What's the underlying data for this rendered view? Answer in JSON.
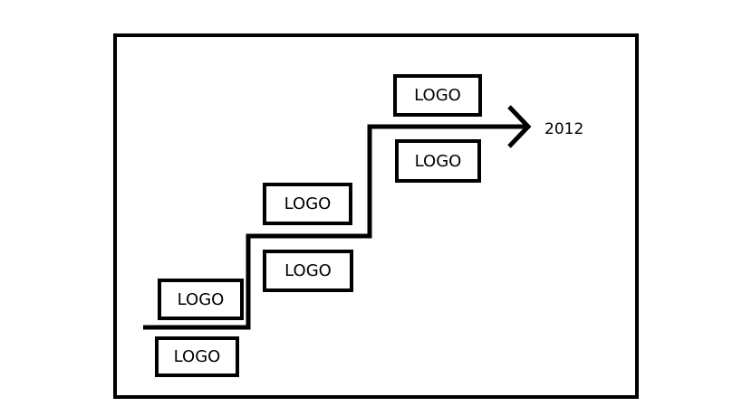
{
  "diagram": {
    "stroke_color": "#000000",
    "background_color": "#ffffff",
    "end_label": "2012",
    "logos": [
      {
        "label": "LOGO",
        "position": "step-1-above"
      },
      {
        "label": "LOGO",
        "position": "step-1-below"
      },
      {
        "label": "LOGO",
        "position": "step-2-above"
      },
      {
        "label": "LOGO",
        "position": "step-2-below"
      },
      {
        "label": "LOGO",
        "position": "step-3-above"
      },
      {
        "label": "LOGO",
        "position": "step-3-below"
      }
    ]
  }
}
